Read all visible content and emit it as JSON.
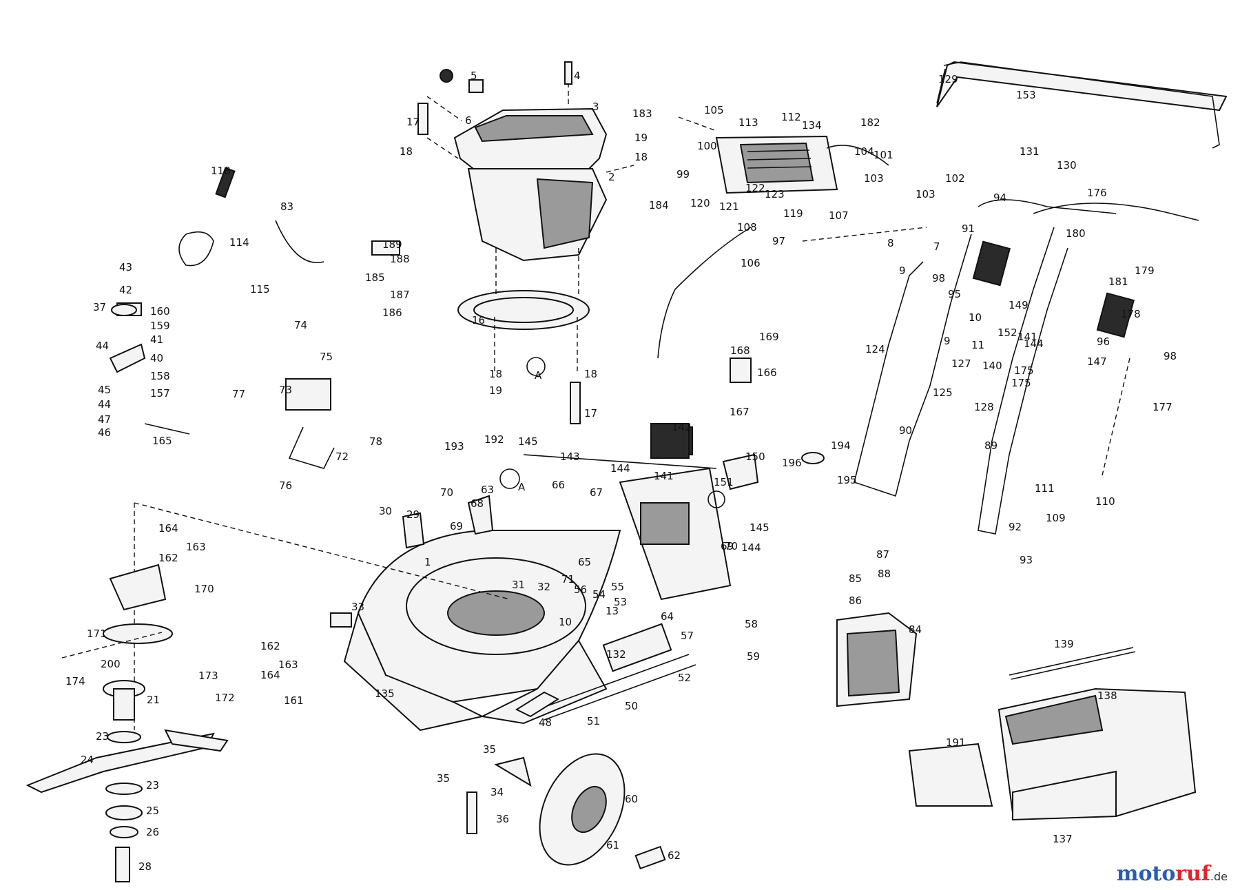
{
  "watermark": {
    "main": "moto",
    "accent": "ruf",
    "tld": ".de"
  },
  "colors": {
    "ink": "#111111",
    "paper": "#ffffff",
    "brand_blue": "#2a5db0",
    "brand_red": "#e0242b"
  },
  "part_labels": [
    "5",
    "4",
    "17",
    "3",
    "6",
    "19",
    "18",
    "18",
    "2",
    "16",
    "18",
    "19",
    "18",
    "17",
    "183",
    "105",
    "113",
    "112",
    "134",
    "182",
    "100",
    "99",
    "104",
    "101",
    "103",
    "103",
    "102",
    "184",
    "120",
    "121",
    "122",
    "123",
    "119",
    "107",
    "108",
    "97",
    "106",
    "129",
    "153",
    "131",
    "130",
    "94",
    "176",
    "8",
    "9",
    "7",
    "91",
    "180",
    "98",
    "95",
    "181",
    "179",
    "178",
    "118",
    "114",
    "83",
    "115",
    "189",
    "188",
    "185",
    "187",
    "186",
    "43",
    "42",
    "37",
    "160",
    "159",
    "41",
    "44",
    "40",
    "158",
    "45",
    "44",
    "157",
    "47",
    "46",
    "165",
    "74",
    "75",
    "77",
    "73",
    "78",
    "72",
    "76",
    "169",
    "168",
    "166",
    "167",
    "144",
    "149",
    "141",
    "152",
    "96",
    "140",
    "147",
    "98",
    "124",
    "10",
    "9",
    "11",
    "127",
    "125",
    "128",
    "175",
    "175",
    "177",
    "90",
    "89",
    "142",
    "145",
    "143",
    "144",
    "141",
    "150",
    "151",
    "194",
    "196",
    "195",
    "145",
    "144",
    "193",
    "192",
    "63",
    "70",
    "68",
    "69",
    "30",
    "29",
    "66",
    "67",
    "1",
    "31",
    "32",
    "71",
    "65",
    "56",
    "54",
    "55",
    "53",
    "13",
    "64",
    "69",
    "70",
    "58",
    "57",
    "59",
    "164",
    "163",
    "162",
    "170",
    "171",
    "200",
    "162",
    "163",
    "164",
    "174",
    "173",
    "172",
    "161",
    "21",
    "23",
    "24",
    "23",
    "25",
    "26",
    "28",
    "33",
    "10",
    "132",
    "135",
    "52",
    "50",
    "51",
    "48",
    "35",
    "35",
    "34",
    "36",
    "60",
    "61",
    "62",
    "111",
    "110",
    "109",
    "92",
    "93",
    "87",
    "88",
    "85",
    "86",
    "84",
    "139",
    "138",
    "191",
    "137",
    "A",
    "A"
  ]
}
